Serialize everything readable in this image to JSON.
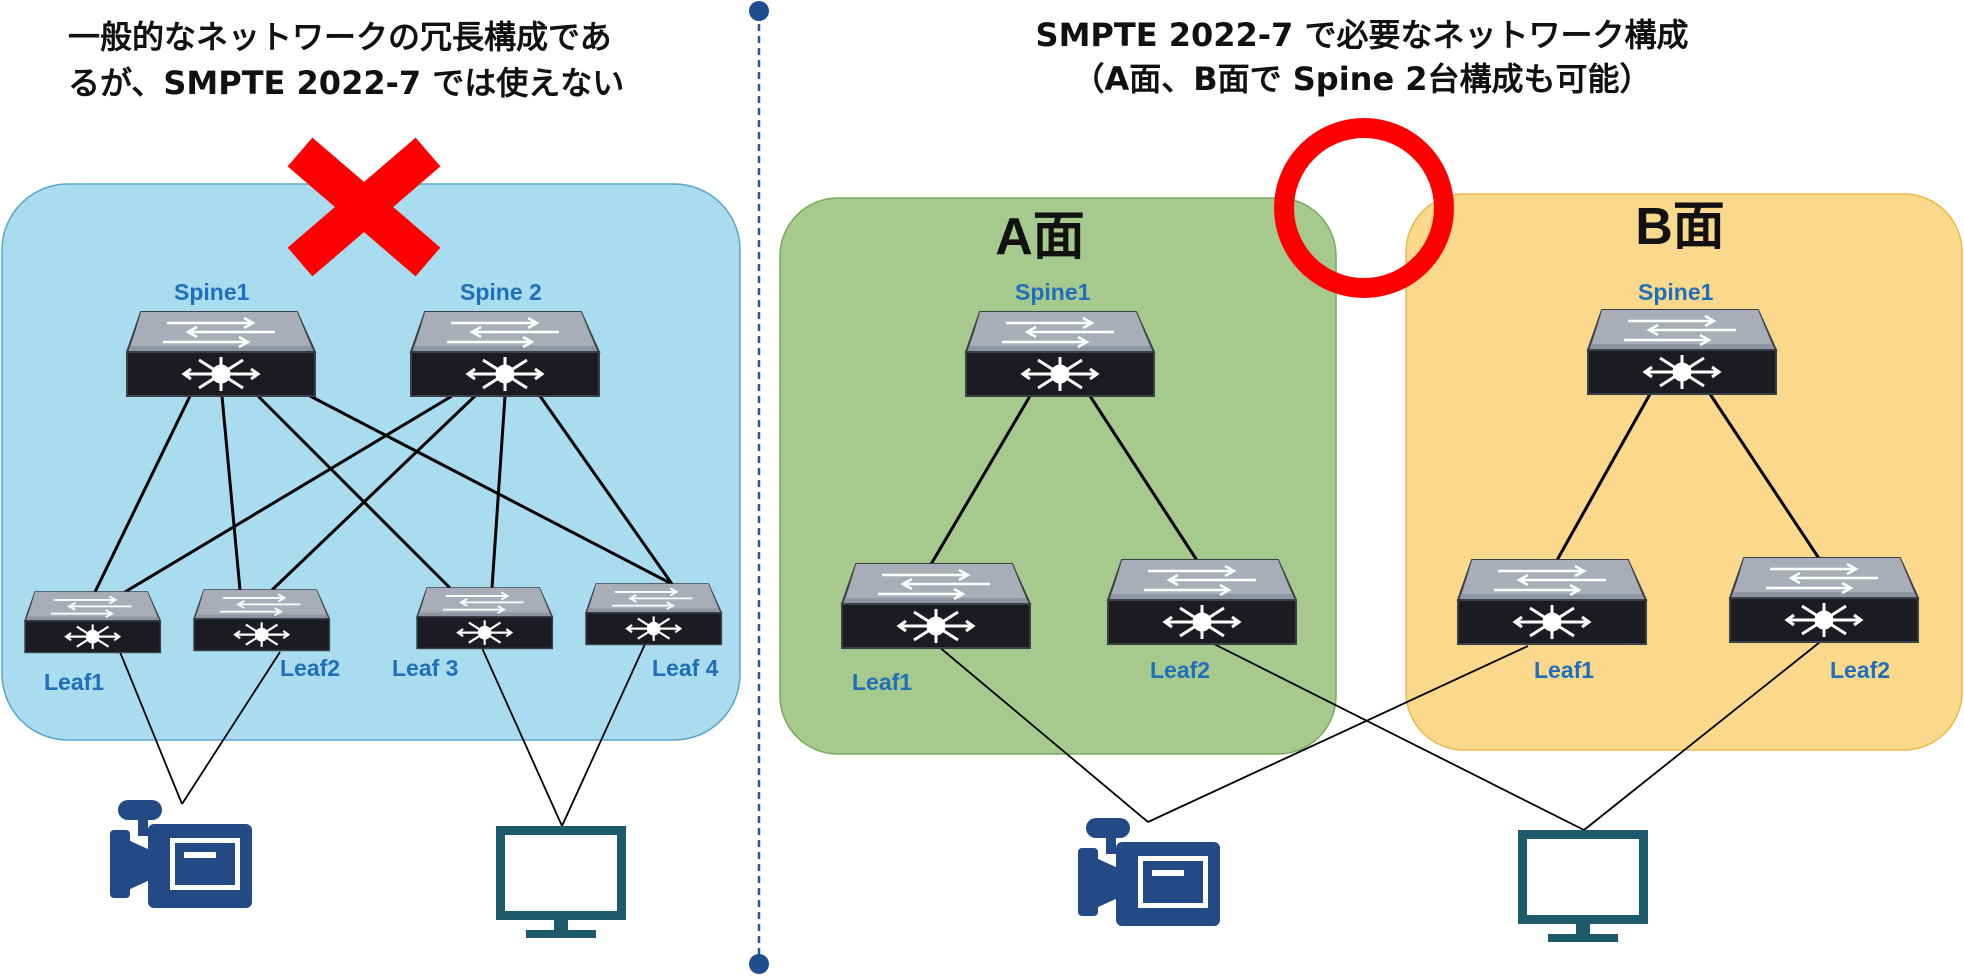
{
  "left": {
    "title_line1": "一般的なネットワークの冗長構成であ",
    "title_line2": "るが、SMPTE 2022-7 では使えない",
    "mark": "cross",
    "switches": {
      "spine1": "Spine1",
      "spine2": "Spine 2",
      "leaf1": "Leaf1",
      "leaf2": "Leaf2",
      "leaf3": "Leaf 3",
      "leaf4": "Leaf 4"
    }
  },
  "right": {
    "title_line1": "SMPTE 2022-7 で必要なネットワーク構成",
    "title_line2": "（A面、B面で Spine 2台構成も可能）",
    "mark": "circle",
    "plane_a": {
      "label": "A面",
      "spine": "Spine1",
      "leaf1": "Leaf1",
      "leaf2": "Leaf2"
    },
    "plane_b": {
      "label": "B面",
      "spine": "Spine1",
      "leaf1": "Leaf1",
      "leaf2": "Leaf2"
    }
  },
  "icons": [
    "network-switch-icon",
    "video-camera-icon",
    "monitor-icon",
    "cross-mark-icon",
    "circle-mark-icon"
  ],
  "colors": {
    "left_panel": "#a9dcee",
    "plane_a": "#a6c98d",
    "plane_b": "#fbd98c",
    "label_blue": "#1f6fba",
    "cross_red": "#ff0000",
    "device_blue": "#234a85",
    "monitor_teal": "#1d5a6b"
  }
}
